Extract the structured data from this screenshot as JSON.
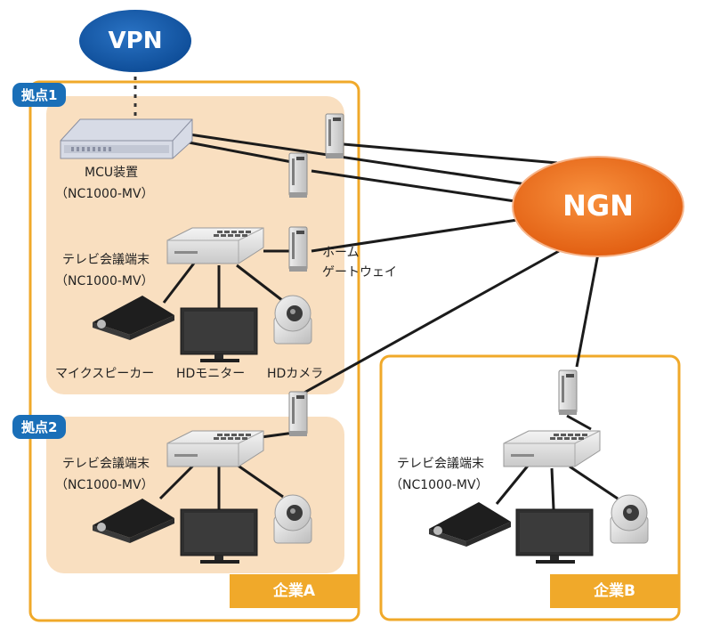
{
  "clouds": {
    "vpn": "VPN",
    "ngn": "NGN"
  },
  "sites": {
    "site1": "拠点1",
    "site2": "拠点2"
  },
  "companies": {
    "a": "企業A",
    "b": "企業B"
  },
  "labels": {
    "mcu_line1": "MCU装置",
    "mcu_line2": "（NC1000-MV）",
    "terminal_line1": "テレビ会議端末",
    "terminal_line2": "（NC1000-MV）",
    "home_gw_line1": "ホーム",
    "home_gw_line2": "ゲートウェイ",
    "mic": "マイクスピーカー",
    "monitor": "HDモニター",
    "camera": "HDカメラ"
  },
  "colors": {
    "site_box": "#f9dfc0",
    "company_border": "#f0a92a",
    "vpn_cloud": "#1257a8",
    "ngn_cloud": "#ec6c1f",
    "tag_blue": "#1a6fb8"
  }
}
